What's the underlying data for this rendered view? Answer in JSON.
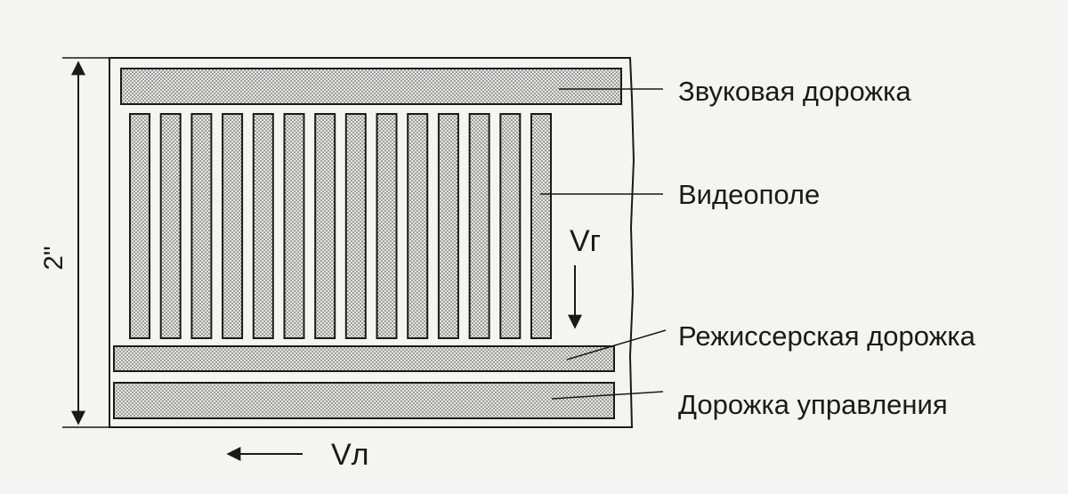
{
  "diagram": {
    "dimension_label": "2\"",
    "velocity_head_label": "Vг",
    "velocity_tape_label": "Vл",
    "labels": {
      "audio_track": "Звуковая дорожка",
      "video_field": "Видеополе",
      "cue_track": "Режиссерская дорожка",
      "control_track": "Дорожка управления"
    },
    "video_field_stripe_count": 14
  }
}
